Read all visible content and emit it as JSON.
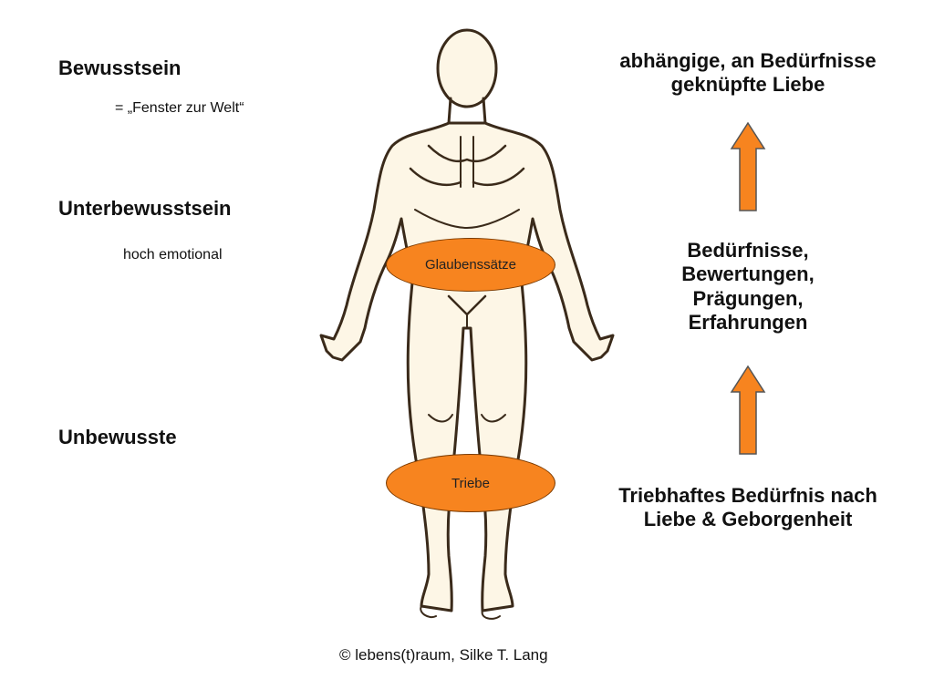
{
  "left_labels": {
    "bewusstsein": "Bewusstsein",
    "bewusstsein_sub": "= „Fenster zur Welt“",
    "unterbewusstsein": "Unterbewusstsein",
    "unterbewusstsein_sub": "hoch emotional",
    "unbewusste": "Unbewusste"
  },
  "ovals": {
    "top": "Glaubenssätze",
    "bottom": "Triebe"
  },
  "right_labels": {
    "top_line1": "abhängige, an Bedürfnisse",
    "top_line2": "geknüpfte Liebe",
    "middle_line1": "Bedürfnisse,",
    "middle_line2": "Bewertungen,",
    "middle_line3": "Prägungen,",
    "middle_line4": "Erfahrungen",
    "bottom_line1": "Triebhaftes Bedürfnis nach",
    "bottom_line2": "Liebe & Geborgenheit"
  },
  "footer": "©  lebens(t)raum, Silke T. Lang",
  "colors": {
    "arrow": "#f7841f",
    "oval": "#f7841f",
    "figure_stroke": "#3a2a1a",
    "figure_fill": "#fdf6e6"
  }
}
